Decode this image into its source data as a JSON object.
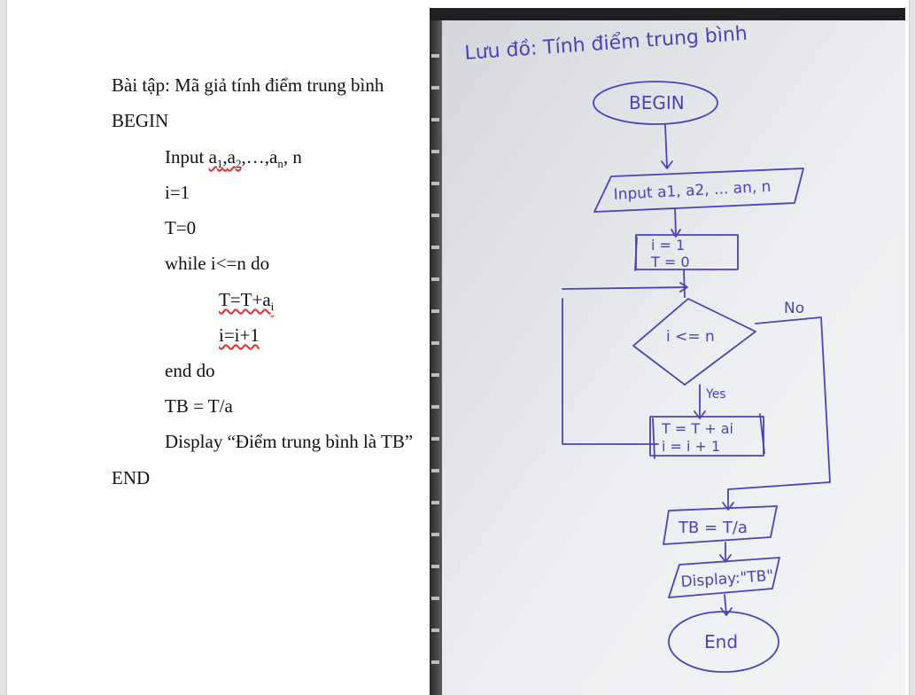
{
  "document": {
    "title_line": "Bài tập: Mã giả tính điểm trung bình",
    "begin": "BEGIN",
    "input_prefix": "Input ",
    "input_a": "a",
    "sub_1": "1",
    "sub_2": "2",
    "sub_n": "n",
    "sub_i": "i",
    "comma": ",",
    "ellipsis_sep": ",…,",
    "input_suffix": ", n",
    "i_init": "i=1",
    "t_init": "T=0",
    "while_line": "while i<=n do",
    "sum_line": "T=T+a",
    "incr_line": "i=i+1",
    "end_do": "end do",
    "tb_line": "TB = T/a",
    "display_line": "Display “Điểm trung bình là TB”",
    "end": "END"
  },
  "flowchart": {
    "heading": "Lưu đồ: Tính điểm trung bình",
    "begin": "BEGIN",
    "input": "Input a1, a2, ... an, n",
    "init_1": "i = 1",
    "init_2": "T = 0",
    "condition": "i <= n",
    "no_label": "No",
    "yes_label": "Yes",
    "body_1": "T = T + ai",
    "body_2": "i = i + 1",
    "assign": "TB = T/a",
    "display": "Display:\"TB\"",
    "end": "End"
  },
  "colors": {
    "ink": "#4a44b8",
    "paper": "#e7e8ec",
    "doc_text": "#111111",
    "spell_squiggle": "#dd3333"
  }
}
